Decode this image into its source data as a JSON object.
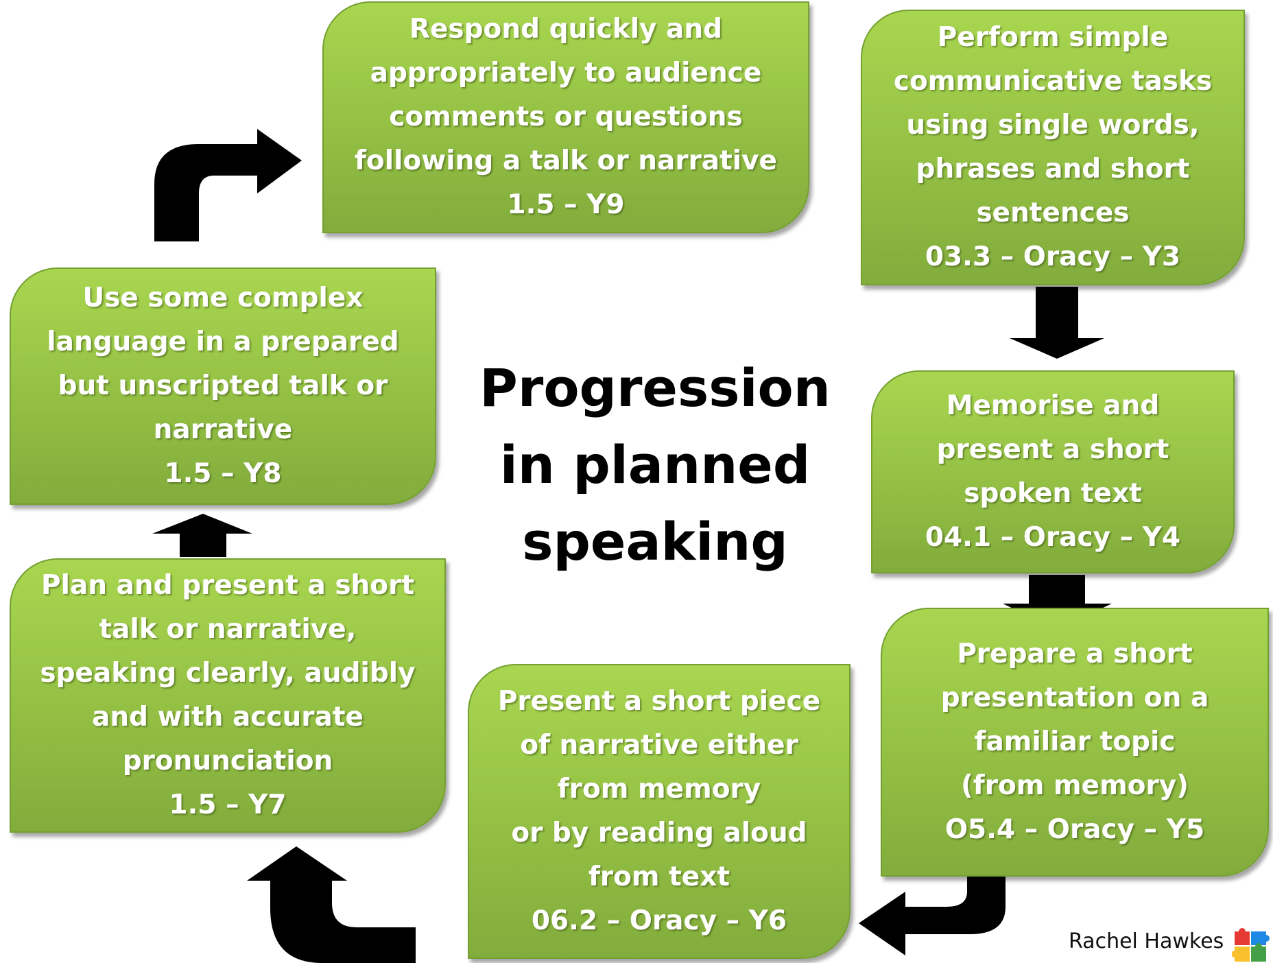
{
  "title": {
    "lines": [
      "Progression",
      "in planned",
      "speaking"
    ]
  },
  "steps": [
    {
      "lines": [
        "Perform simple",
        "communicative tasks",
        "using single words,",
        "phrases and short",
        "sentences"
      ],
      "code": "03.3 – Oracy – Y3"
    },
    {
      "lines": [
        "Memorise and",
        "present a short",
        "spoken text"
      ],
      "code": "04.1 – Oracy – Y4"
    },
    {
      "lines": [
        "Prepare a short",
        "presentation on a",
        "familiar topic",
        "(from memory)"
      ],
      "code": "O5.4 – Oracy – Y5"
    },
    {
      "lines": [
        "Present a short piece",
        "of narrative either",
        "from memory",
        "or by reading aloud",
        "from text"
      ],
      "code": "06.2 – Oracy – Y6"
    },
    {
      "lines": [
        "Plan and present a short",
        "talk or narrative,",
        "speaking clearly, audibly",
        "and with accurate",
        "pronunciation"
      ],
      "code": "1.5 – Y7"
    },
    {
      "lines": [
        "Use some complex",
        "language in a prepared",
        "but unscripted talk or",
        "narrative"
      ],
      "code": "1.5 – Y8"
    },
    {
      "lines": [
        "Respond quickly and",
        "appropriately to audience",
        "comments or questions",
        "following a talk or narrative"
      ],
      "code": "1.5 – Y9"
    }
  ],
  "brand": {
    "name": "Rachel Hawkes",
    "logo_icon": "puzzle-pieces-icon",
    "colors": [
      "#e53935",
      "#fbc02d",
      "#43a047",
      "#1e88e5"
    ]
  },
  "colors": {
    "box_fill_top": "#a9d650",
    "box_fill_bottom": "#82ac3c",
    "box_text": "#ffffff",
    "arrow": "#000000"
  }
}
